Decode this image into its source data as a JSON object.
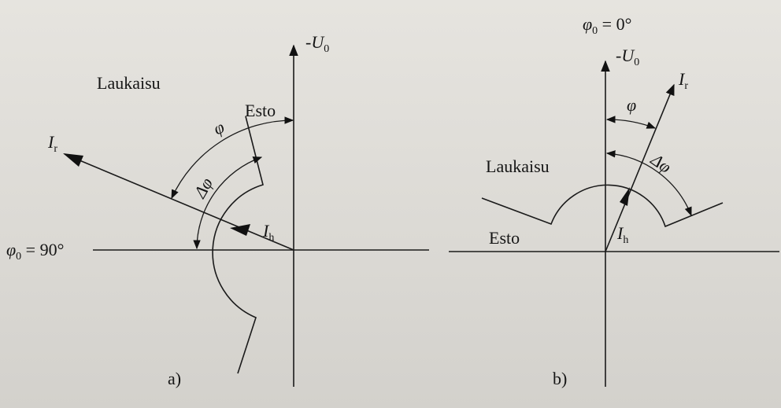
{
  "diagram_a": {
    "caption": "a)",
    "region_trip": "Laukaisu",
    "region_block": "Esto",
    "phi0_label": "φ",
    "phi0_sub": "0",
    "phi0_value": " = 90°",
    "axis_label": "-U",
    "axis_sub": "0",
    "ir_label": "I",
    "ir_sub": "r",
    "ih_label": "I",
    "ih_sub": "h",
    "phi_label": "φ",
    "dphi_label": "Δφ"
  },
  "diagram_b": {
    "caption": "b)",
    "region_trip": "Laukaisu",
    "region_block": "Esto",
    "phi0_label": "φ",
    "phi0_sub": "0",
    "phi0_value": " = 0°",
    "axis_label": "-U",
    "axis_sub": "0",
    "ir_label": "I",
    "ir_sub": "r",
    "ih_label": "I",
    "ih_sub": "h",
    "phi_label": "φ",
    "dphi_label": "Δφ"
  },
  "colors": {
    "ink": "#1a1a1a",
    "paper": "#e2e0db"
  }
}
